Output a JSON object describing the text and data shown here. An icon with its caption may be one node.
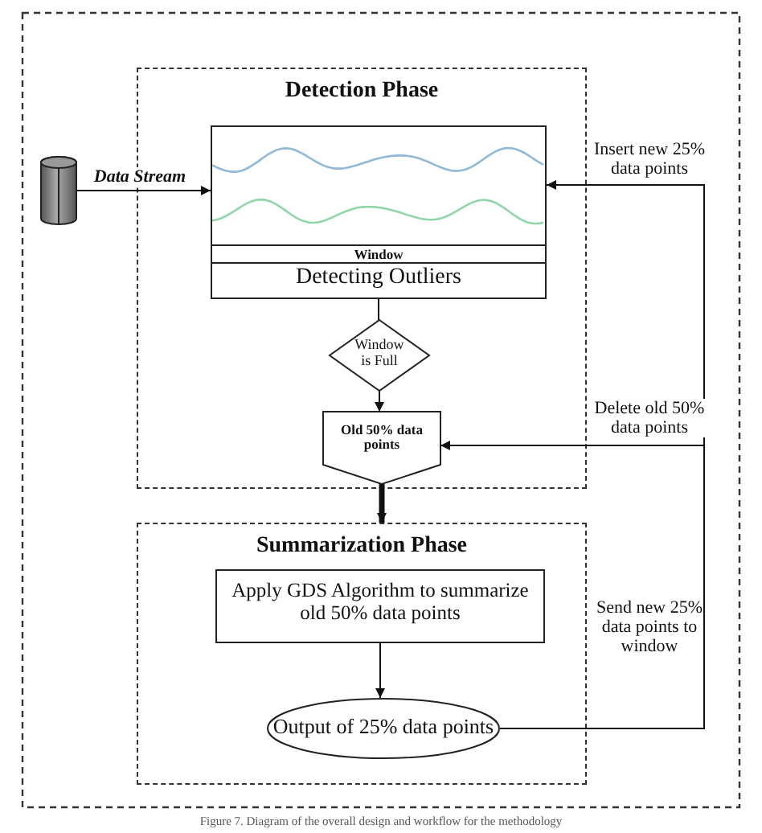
{
  "diagram": {
    "caption": "Figure 7. Diagram of the overall design and workflow for the methodology",
    "nodes": [
      {
        "text": [
          "Detection Phase"
        ]
      },
      {
        "text": [
          "Window",
          "Detecting Outliers"
        ],
        "in": 0
      },
      {
        "text": [
          "Window is Full"
        ],
        "in": 0
      },
      {
        "text": [
          "Old 50% data points"
        ],
        "in": 0
      },
      {
        "text": [],
        "shape": "cylinder"
      },
      {
        "text": [
          "Summarization Phase"
        ]
      },
      {
        "text": [
          "Apply GDS Algorithm to summarize old 50% data points"
        ],
        "in": 5
      },
      {
        "text": [
          "Output of 25% data points"
        ],
        "in": 5
      }
    ],
    "edges": [
      {
        "from": 4,
        "to": 1,
        "arrow": "to",
        "label": "Data Stream"
      },
      {
        "from": 1,
        "to": 2,
        "arrow": "none"
      },
      {
        "from": 2,
        "to": 3,
        "arrow": "to"
      },
      {
        "from": 3,
        "to": 5,
        "arrow": "to",
        "style": "thick"
      },
      {
        "from": 6,
        "to": 7,
        "arrow": "to"
      },
      {
        "from": 7,
        "to": 1,
        "arrow": "to",
        "label": "Insert new 25% data points"
      },
      {
        "from": 7,
        "to": 3,
        "arrow": "to",
        "label": "Delete old 50% data points"
      }
    ],
    "labels": [
      "Send new 25% data points to window"
    ]
  }
}
